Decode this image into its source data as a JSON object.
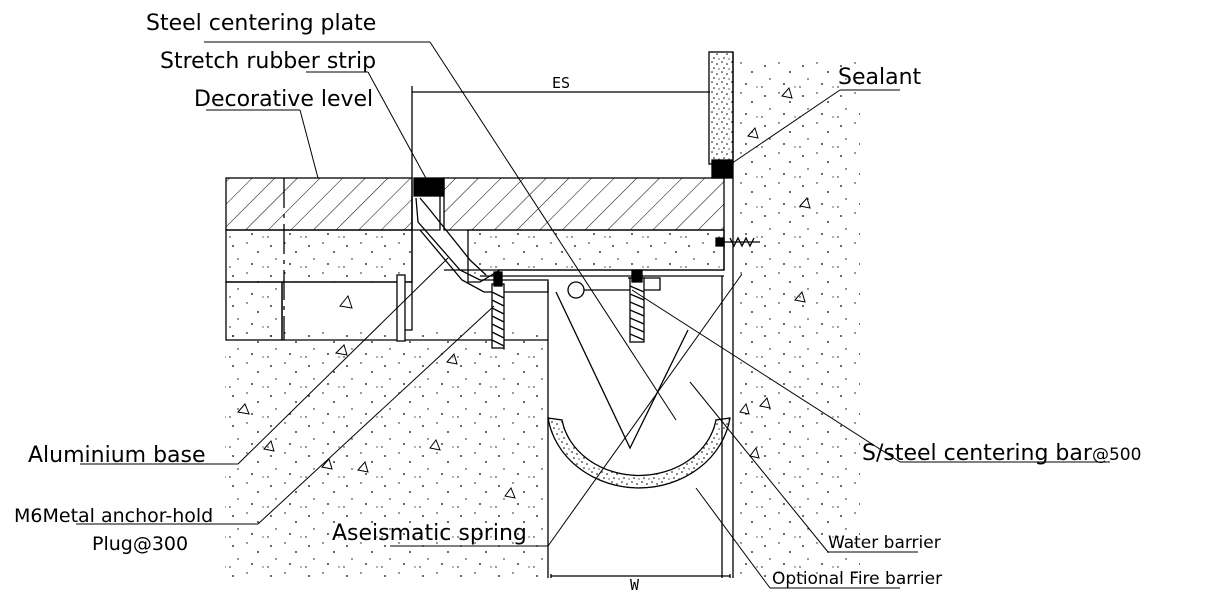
{
  "labels": {
    "steel_centering_plate": "Steel centering plate",
    "stretch_rubber_strip": "Stretch rubber strip",
    "decorative_level": "Decorative level",
    "sealant": "Sealant",
    "aluminium_base": "Aluminium base",
    "metal_anchor_hold_line1": "M6Metal anchor-hold",
    "metal_anchor_hold_line2": "Plug@300",
    "aseismatic_spring": "Aseismatic spring",
    "ss_centering_bar_main": "S/steel centering bar",
    "ss_centering_bar_spacing": "@500",
    "water_barrier": "Water barrier",
    "optional_fire_barrier": "Optional Fire barrier"
  },
  "dimensions": {
    "es": "ES",
    "w": "W"
  },
  "colors": {
    "line": "#000000",
    "background": "#ffffff"
  }
}
